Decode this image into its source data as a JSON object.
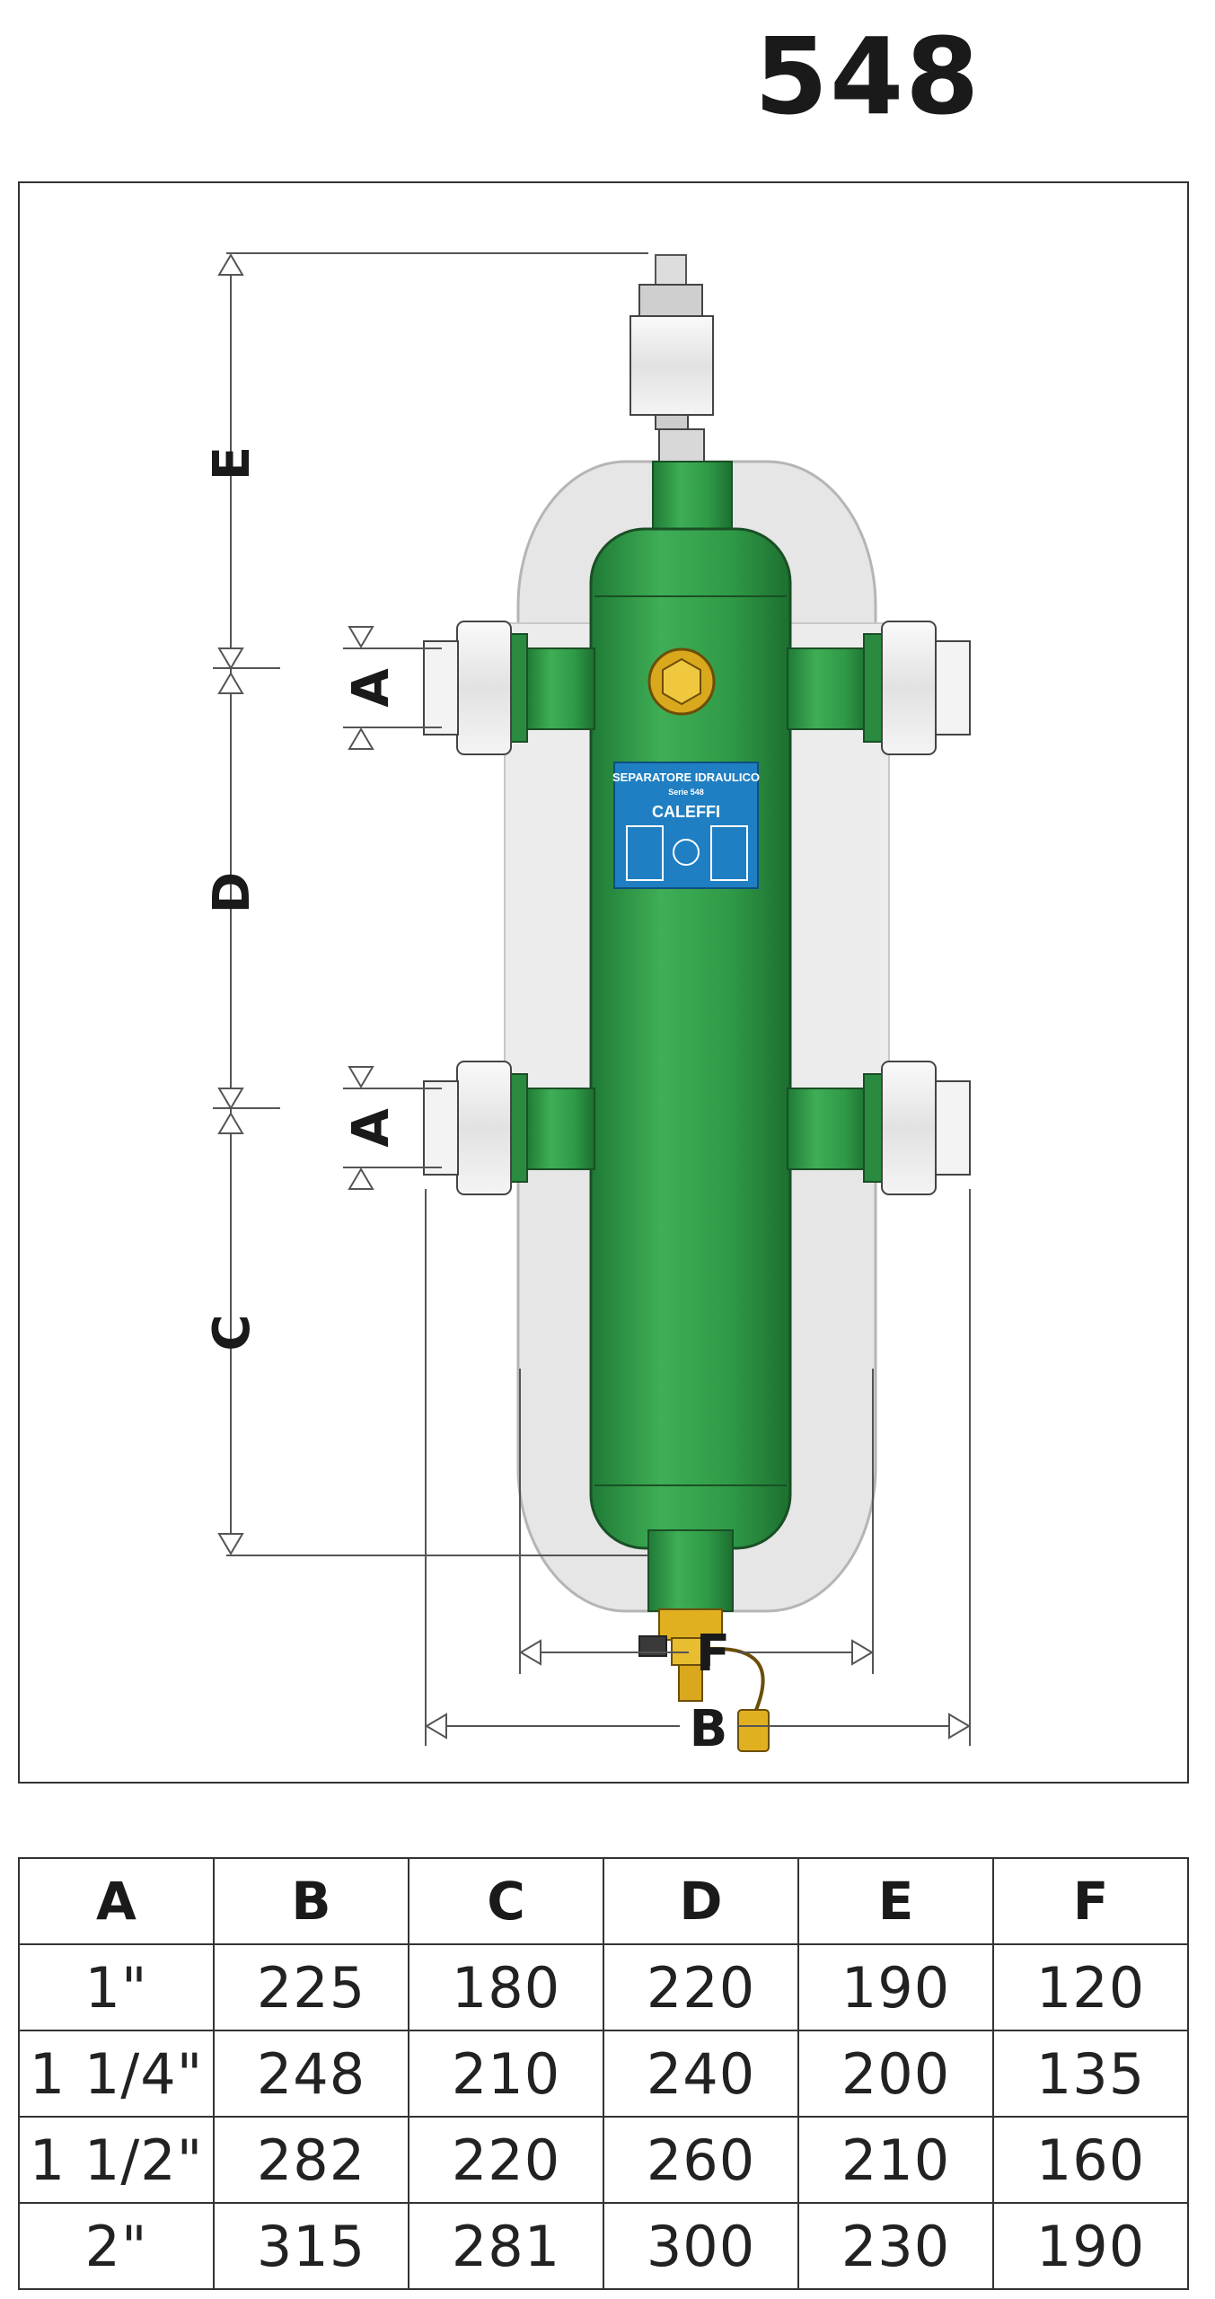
{
  "title": "548",
  "diagram": {
    "dimension_labels": {
      "E": "E",
      "A_upper": "A",
      "D": "D",
      "A_lower": "A",
      "C": "C",
      "F": "F",
      "B": "B"
    },
    "nameplate": {
      "line1": "SEPARATORE IDRAULICO",
      "line2": "Serie 548",
      "brand": "CALEFFI"
    },
    "colors": {
      "body_green": "#2f9a47",
      "insulation_gray": "#e4e4e4",
      "fitting_silver": "#f0f0f0",
      "brass": "#e0b020",
      "plate_blue": "#1f7fc2"
    }
  },
  "table": {
    "headers": [
      "A",
      "B",
      "C",
      "D",
      "E",
      "F"
    ],
    "rows": [
      [
        "1\"",
        "225",
        "180",
        "220",
        "190",
        "120"
      ],
      [
        "1 1/4\"",
        "248",
        "210",
        "240",
        "200",
        "135"
      ],
      [
        "1 1/2\"",
        "282",
        "220",
        "260",
        "210",
        "160"
      ],
      [
        "2\"",
        "315",
        "281",
        "300",
        "230",
        "190"
      ]
    ]
  }
}
